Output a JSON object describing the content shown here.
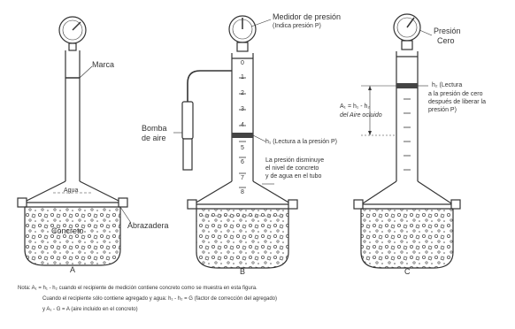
{
  "labels": {
    "gauge_title": "Medidor de presión",
    "gauge_sub": "(Indica presión P)",
    "zero_title": "Presión",
    "zero_sub": "Cero",
    "marca": "Marca",
    "agua": "Agua",
    "concreto": "Concreto",
    "abrazadera": "Abrazadera",
    "bomba_line1": "Bomba",
    "bomba_line2": "de aire",
    "h1_reading": "h₁ (Lectura a la presión P)",
    "pressure_line1": "La presión disminuye",
    "pressure_line2": "el nivel de concreto",
    "pressure_line3": "y de agua en el tubo",
    "h2_line1": "h₂  (Lectura",
    "h2_line2": "a la presión de cero",
    "h2_line3": "después de liberar la",
    "h2_line4": "presión P)",
    "formula_line1": "A₁ = h₁ - h₂",
    "formula_line2": "del Aire ocluido",
    "A": "A",
    "B": "B",
    "C": "C"
  },
  "scale_numbers": [
    "0",
    "1",
    "2",
    "3",
    "4",
    "5",
    "6",
    "7",
    "8"
  ],
  "notes": {
    "n1": "Nota:   A₁ = h₁ - h₂  cuando el recipiente de medición contiene concreto como se muestra en esta figura.",
    "n2": "Cuando  el recipiente sólo contiene agregado y agua:  h₁ - h₂ = G  (factor de corrección del agregado)",
    "n3": "y     A₁ - G = A     (aire incluido en el concreto)"
  },
  "colors": {
    "line": "#333333",
    "concrete_dot": "#555555"
  }
}
